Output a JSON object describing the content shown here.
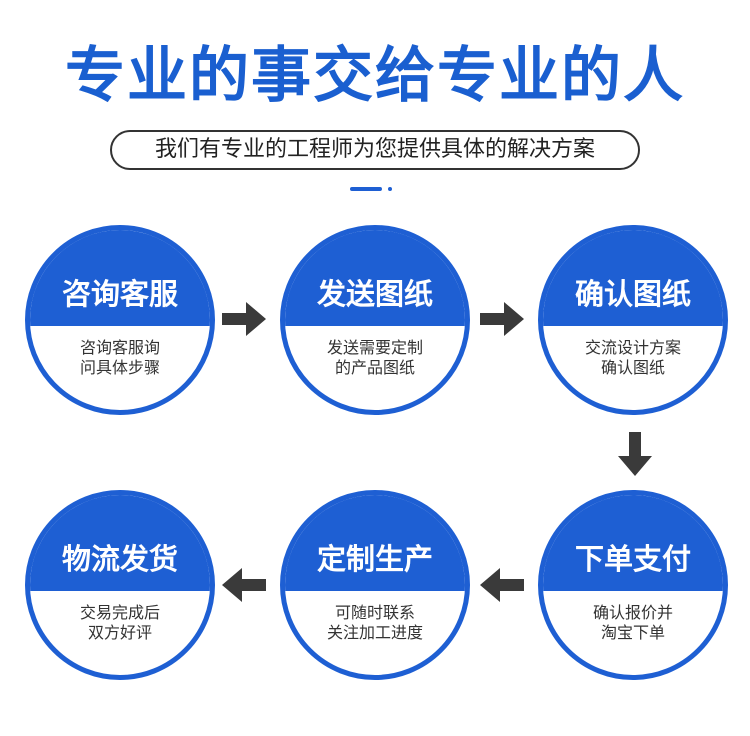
{
  "header": {
    "title": "专业的事交给专业的人",
    "subtitle": "我们有专业的工程师为您提供具体的解决方案"
  },
  "colors": {
    "accent": "#1e5fd3",
    "title": "#1a5fd0",
    "arrow": "#3a3a3a",
    "text": "#333333"
  },
  "steps": [
    {
      "title": "咨询客服",
      "desc_line1": "咨询客服询",
      "desc_line2": "问具体步骤"
    },
    {
      "title": "发送图纸",
      "desc_line1": "发送需要定制",
      "desc_line2": "的产品图纸"
    },
    {
      "title": "确认图纸",
      "desc_line1": "交流设计方案",
      "desc_line2": "确认图纸"
    },
    {
      "title": "下单支付",
      "desc_line1": "确认报价并",
      "desc_line2": "淘宝下单"
    },
    {
      "title": "定制生产",
      "desc_line1": "可随时联系",
      "desc_line2": "关注加工进度"
    },
    {
      "title": "物流发货",
      "desc_line1": "交易完成后",
      "desc_line2": "双方好评"
    }
  ],
  "arrows": [
    "arrow-right",
    "arrow-right",
    "arrow-down",
    "arrow-left",
    "arrow-left"
  ]
}
